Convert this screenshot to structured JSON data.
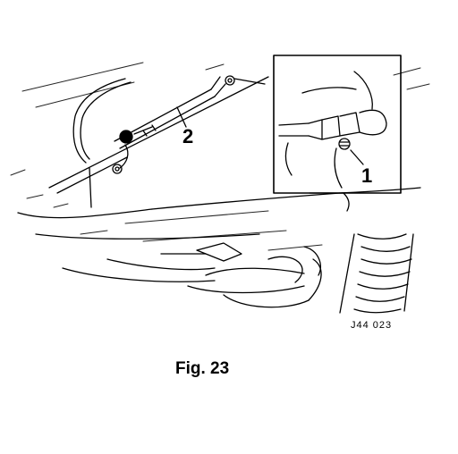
{
  "figure": {
    "caption": "Fig. 23",
    "drawing_code": "J44 023",
    "callouts": [
      {
        "label": "1"
      },
      {
        "label": "2"
      }
    ]
  }
}
